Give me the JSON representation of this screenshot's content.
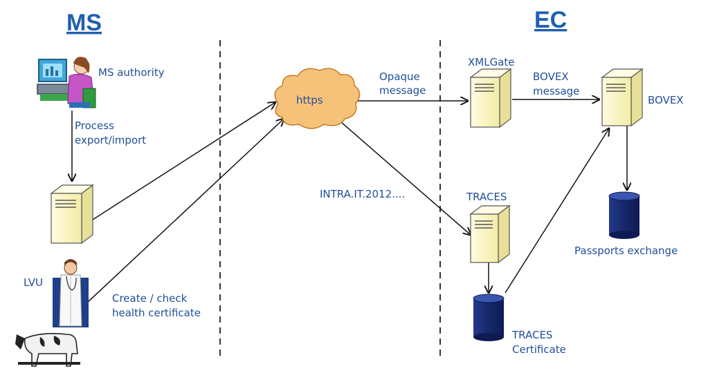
{
  "headers": {
    "left": "MS",
    "right": "EC"
  },
  "labels": {
    "ms_authority": "MS authority",
    "process_line1": "Process",
    "process_line2": "export/import",
    "lvu": "LVU",
    "create_line1": "Create / check",
    "create_line2": "health certificate",
    "https": "https",
    "opaque_line1": "Opaque",
    "opaque_line2": "message",
    "intra": "INTRA.IT.2012....",
    "xmlgate": "XMLGate",
    "bovex_msg_line1": "BOVEX",
    "bovex_msg_line2": "message",
    "bovex": "BOVEX",
    "traces": "TRACES",
    "traces_cert_line1": "TRACES",
    "traces_cert_line2": "Certificate",
    "passports": "Passports exchange"
  },
  "icons": {
    "person": "person-at-computer-icon",
    "doctor": "doctor-icon",
    "cow": "cow-icon",
    "server": "server-icon",
    "database": "database-icon",
    "cloud": "cloud-icon"
  },
  "colors": {
    "label": "#1f4e9a",
    "header": "#1f5fb0",
    "server_fill": "#fbf7cc",
    "database_fill": "#1a2f7a",
    "cloud_fill": "#f6c27a"
  }
}
